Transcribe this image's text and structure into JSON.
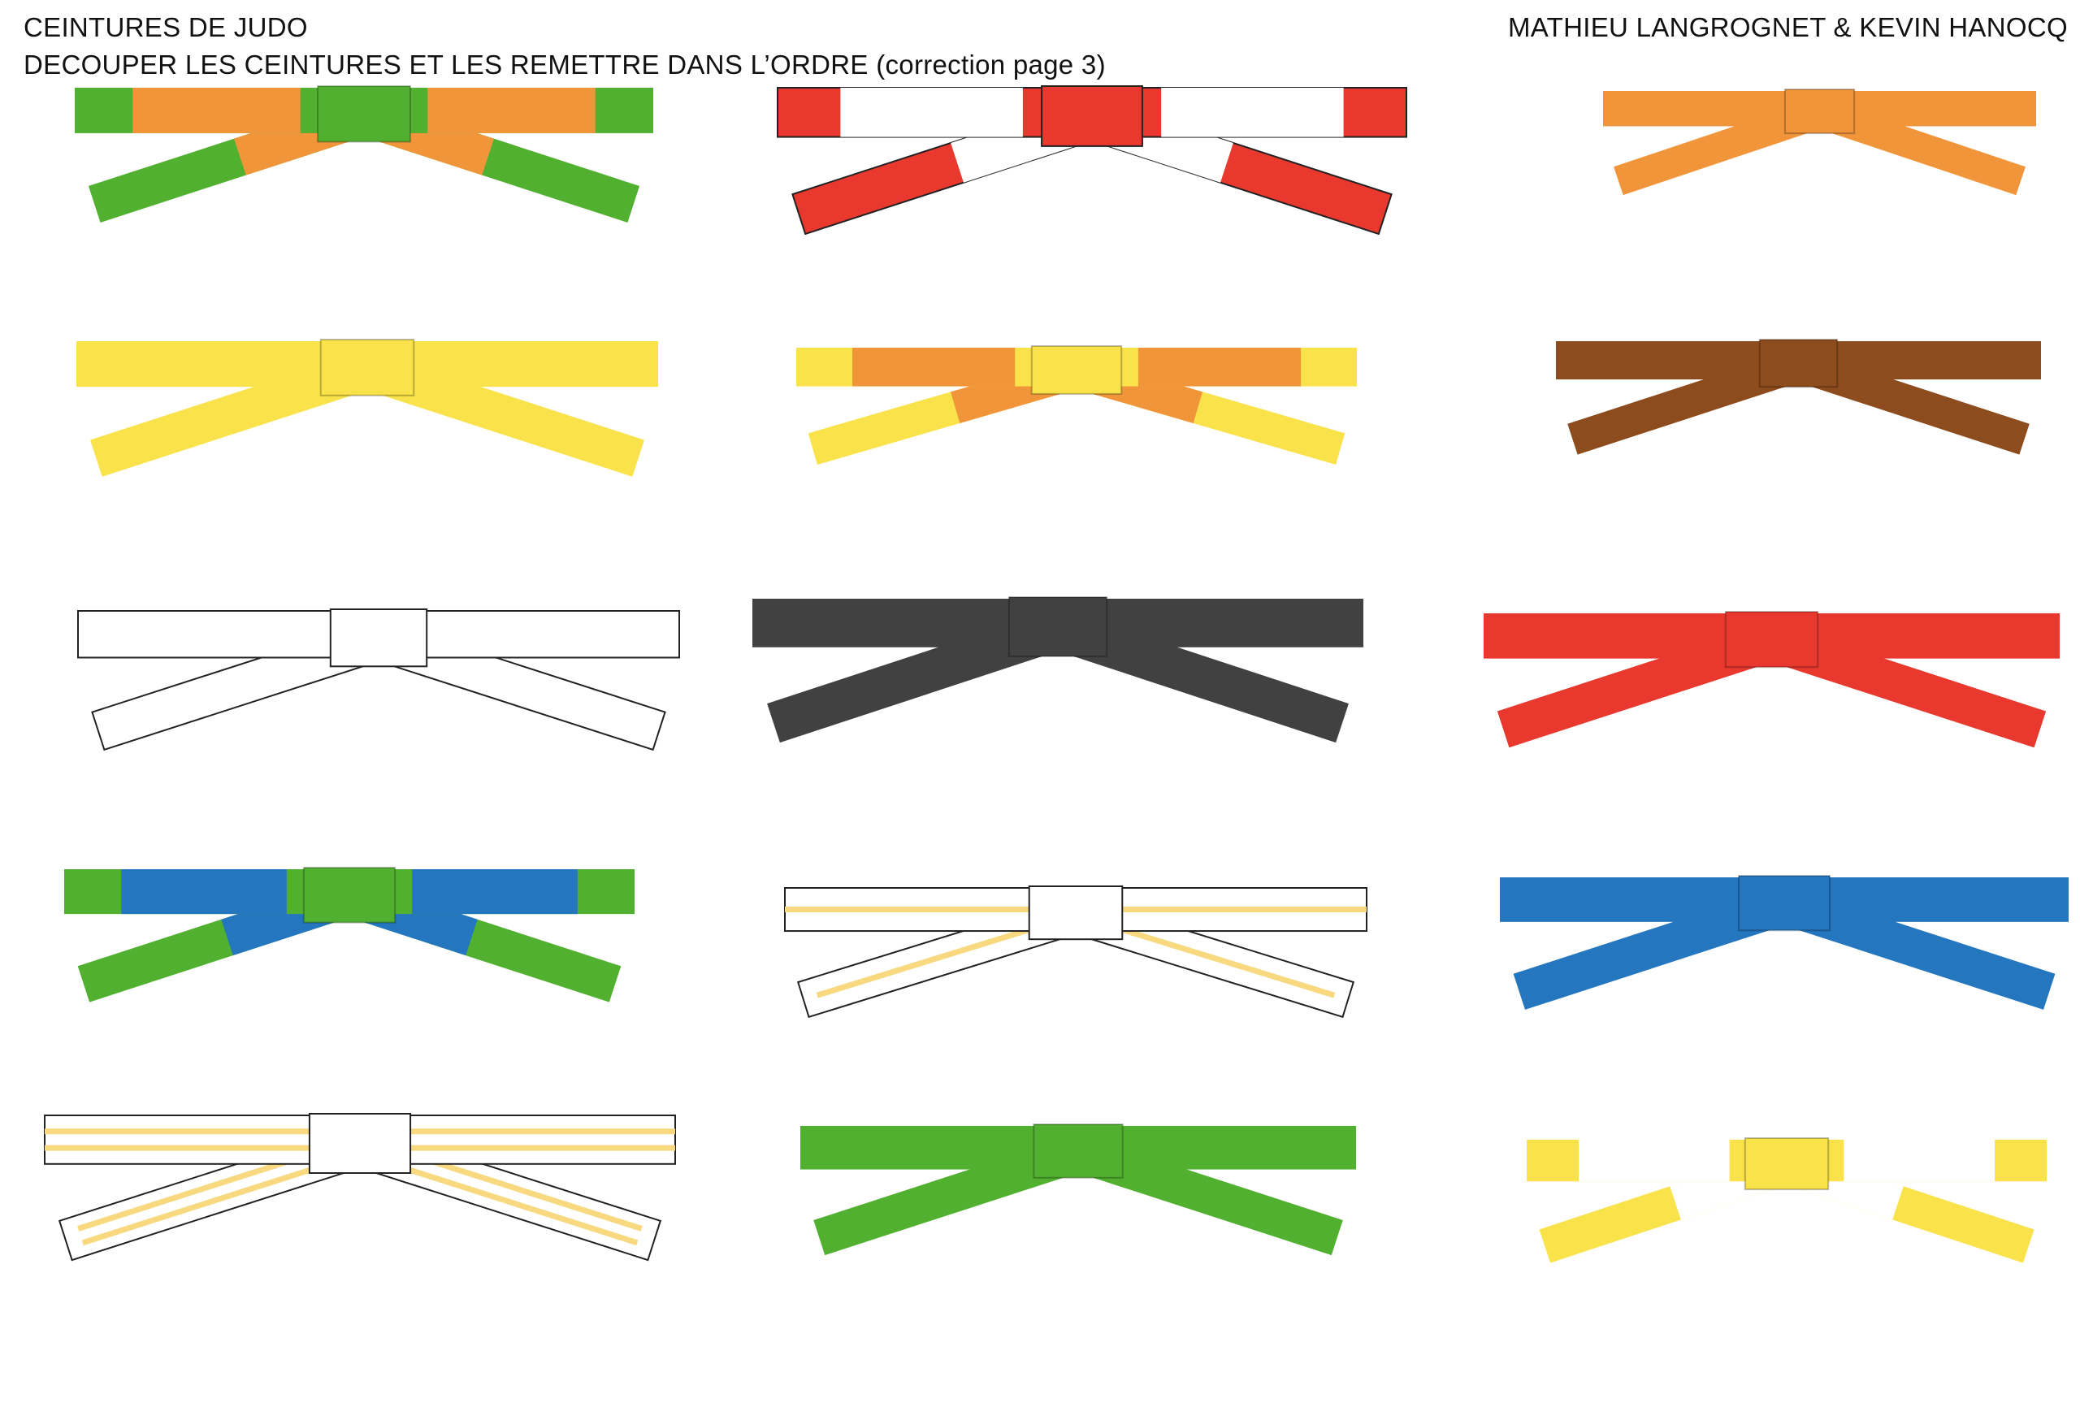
{
  "header": {
    "title": "CEINTURES DE JUDO",
    "instructions": "DECOUPER LES CEINTURES ET LES REMETTRE DANS L’ORDRE (correction page 3)",
    "authors": "MATHIEU LANGROGNET & KEVIN HANOCQ"
  },
  "colors": {
    "white": "#ffffff",
    "yellow": "#f9e24a",
    "orange": "#f1953b",
    "green": "#52b030",
    "blue": "#2476be",
    "brown": "#8d4c1d",
    "red": "#e9392f",
    "black": "#414141",
    "stripe": "#f8d97f"
  },
  "belts": [
    {
      "name": "belt-green-orange",
      "pattern": "split",
      "outer": "green",
      "inner": "orange"
    },
    {
      "name": "belt-red-white",
      "pattern": "split",
      "outer": "red",
      "inner": "white"
    },
    {
      "name": "belt-orange",
      "pattern": "solid",
      "color": "orange"
    },
    {
      "name": "belt-yellow",
      "pattern": "solid",
      "color": "yellow"
    },
    {
      "name": "belt-yellow-orange",
      "pattern": "split",
      "outer": "yellow",
      "inner": "orange"
    },
    {
      "name": "belt-brown",
      "pattern": "solid",
      "color": "brown"
    },
    {
      "name": "belt-white",
      "pattern": "solid",
      "color": "white"
    },
    {
      "name": "belt-black",
      "pattern": "solid",
      "color": "black"
    },
    {
      "name": "belt-red",
      "pattern": "solid",
      "color": "red"
    },
    {
      "name": "belt-green-blue",
      "pattern": "split",
      "outer": "green",
      "inner": "blue"
    },
    {
      "name": "belt-white-one-stripe",
      "pattern": "striped",
      "color": "white",
      "stripes": 1
    },
    {
      "name": "belt-blue",
      "pattern": "solid",
      "color": "blue"
    },
    {
      "name": "belt-white-two-stripes",
      "pattern": "striped",
      "color": "white",
      "stripes": 2
    },
    {
      "name": "belt-green",
      "pattern": "solid",
      "color": "green"
    },
    {
      "name": "belt-yellow-white",
      "pattern": "split",
      "outer": "yellow",
      "inner": "white"
    }
  ]
}
